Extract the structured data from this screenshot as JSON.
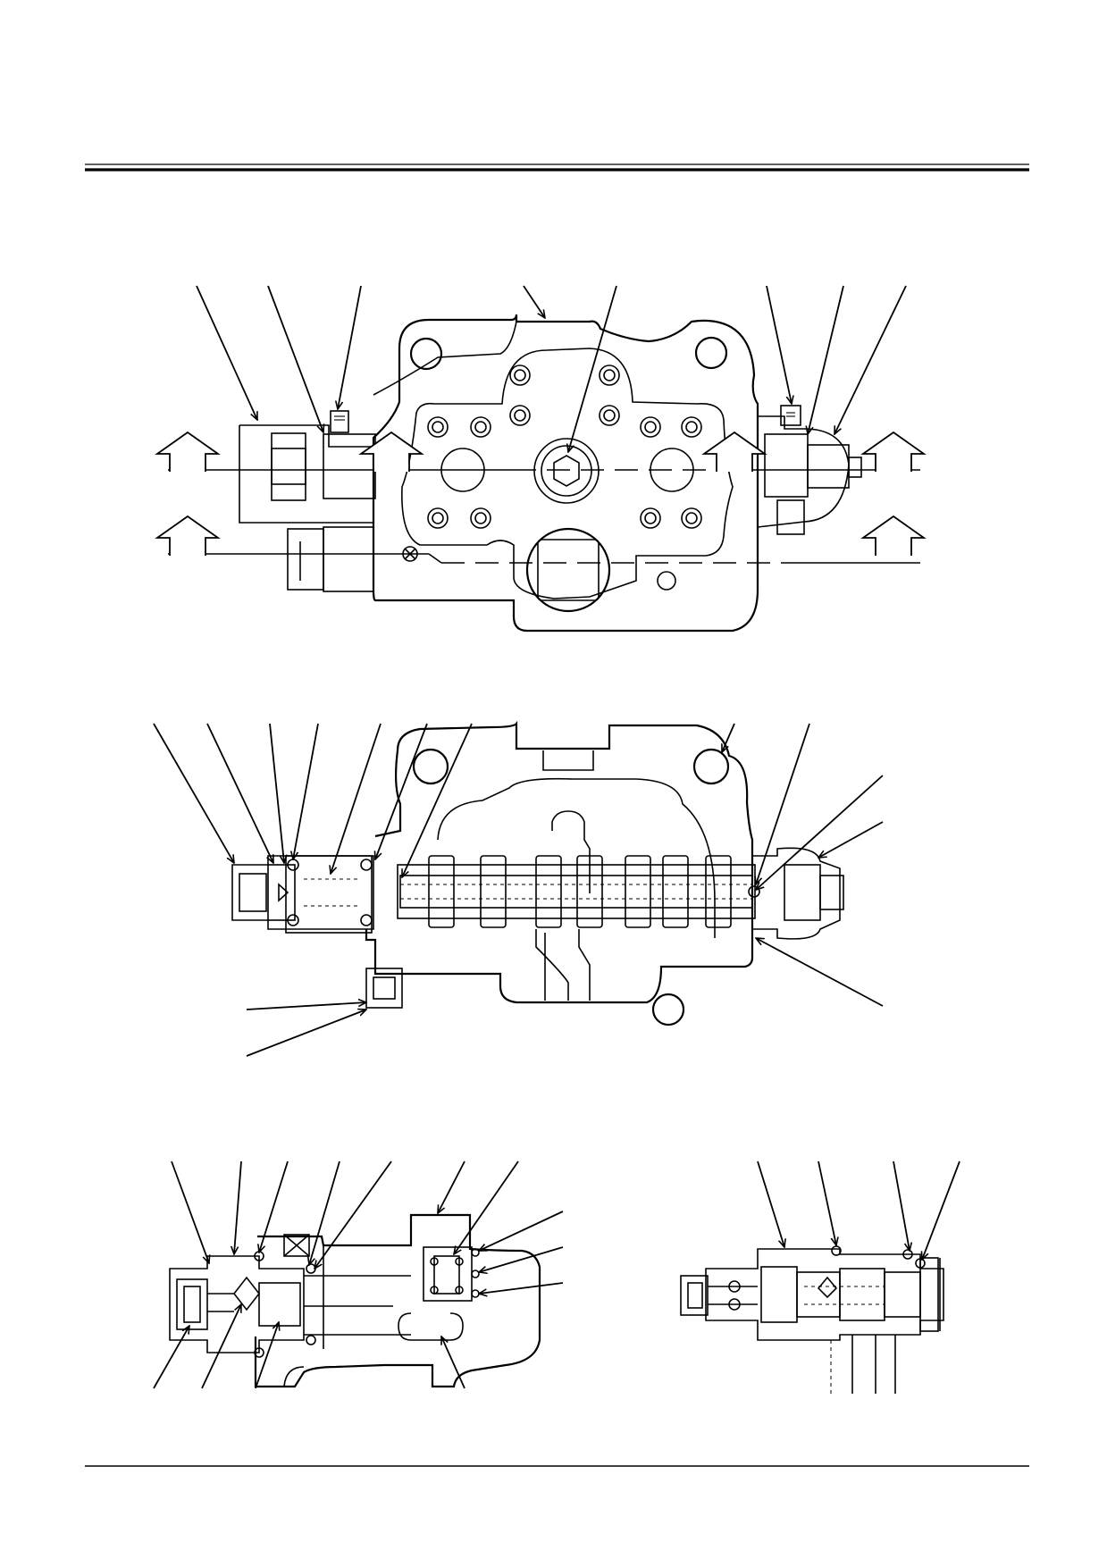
{
  "document": {
    "header_rule": true,
    "footer_rule": true
  },
  "figures": [
    {
      "id": "view-external",
      "part": "control-valve-assembly"
    },
    {
      "id": "view-spool-section",
      "part": "spool-section"
    },
    {
      "id": "view-relief-section",
      "part": "relief-valve-section"
    },
    {
      "id": "view-port-relief-section",
      "part": "port-relief-valve"
    }
  ]
}
